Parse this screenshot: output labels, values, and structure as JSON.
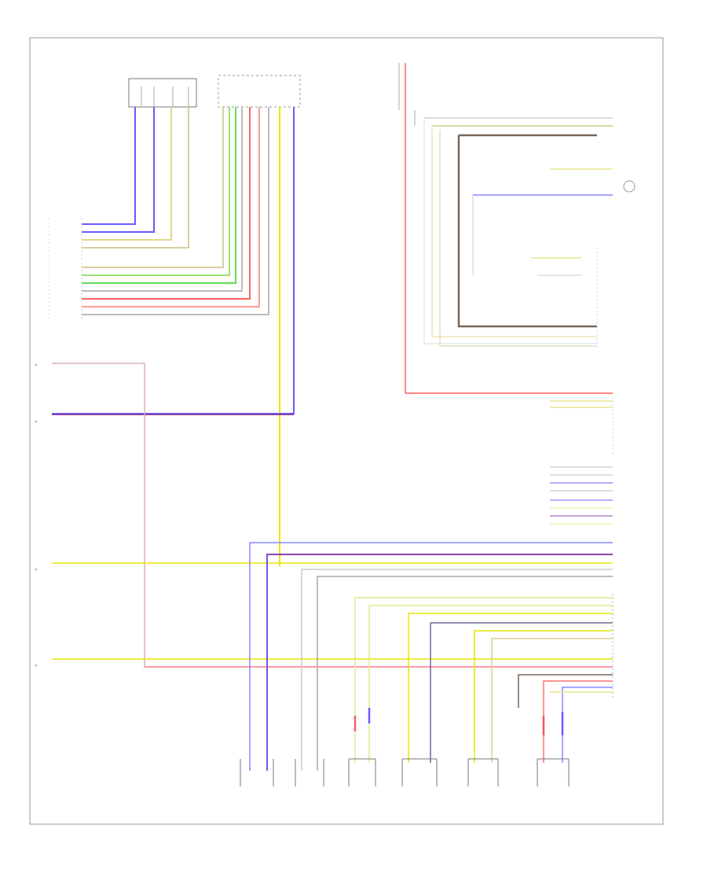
{
  "diagram": {
    "footer_code": "",
    "components": [],
    "wires": [
      {
        "name": "wire-blue-1",
        "color": "#6a5cff"
      },
      {
        "name": "wire-blue-2",
        "color": "#6a5cff"
      },
      {
        "name": "wire-yellow-1",
        "color": "#e6e600"
      },
      {
        "name": "wire-tan-1",
        "color": "#d8cfa0"
      },
      {
        "name": "wire-green-1",
        "color": "#9ce070"
      },
      {
        "name": "wire-green-2",
        "color": "#66dd55"
      },
      {
        "name": "wire-red-1",
        "color": "#ff6060"
      },
      {
        "name": "wire-red-2",
        "color": "#ff5a6a"
      },
      {
        "name": "wire-gray-1",
        "color": "#bbbbbb"
      },
      {
        "name": "wire-purple-1",
        "color": "#8844aa"
      },
      {
        "name": "wire-brown-1",
        "color": "#776655"
      }
    ]
  }
}
